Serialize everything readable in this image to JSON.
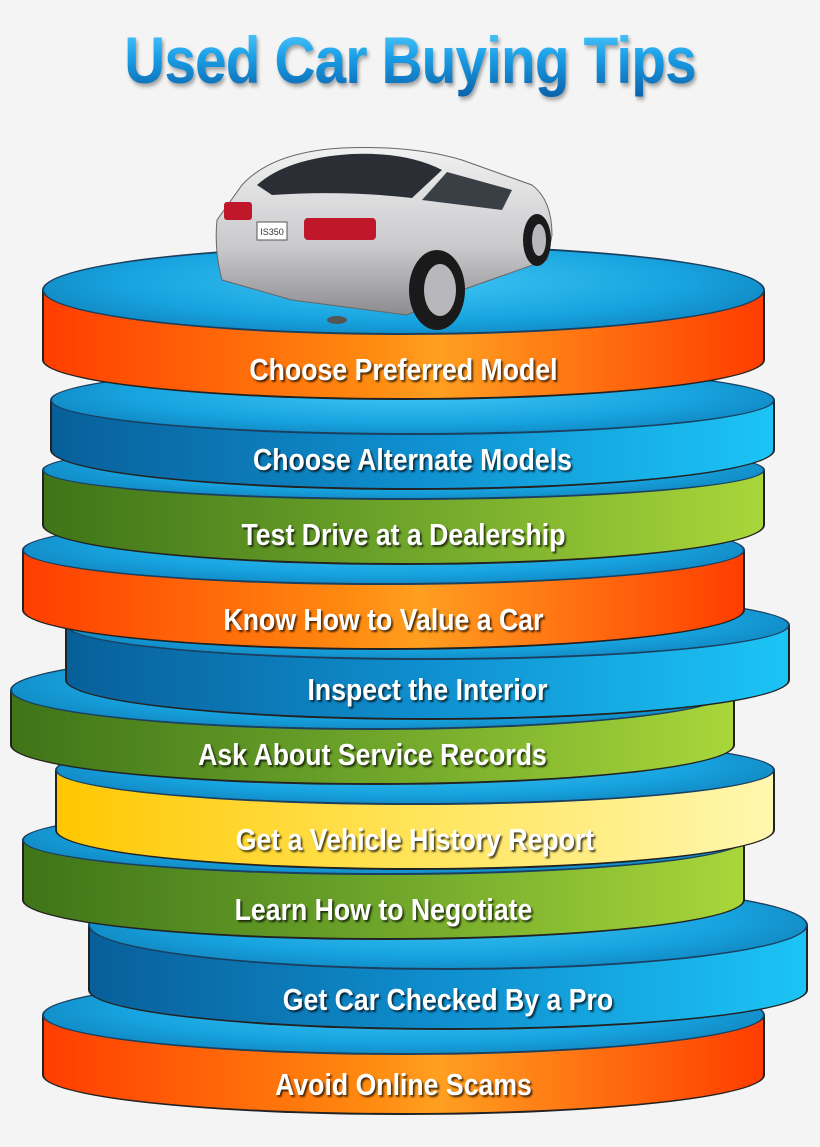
{
  "title": "Used Car Buying Tips",
  "tips": [
    {
      "label": "Choose Preferred Model",
      "color": "orange"
    },
    {
      "label": "Choose Alternate Models",
      "color": "blue"
    },
    {
      "label": "Test Drive at a Dealership",
      "color": "green"
    },
    {
      "label": "Know How to Value a Car",
      "color": "orange"
    },
    {
      "label": "Inspect the Interior",
      "color": "blue"
    },
    {
      "label": "Ask About Service Records",
      "color": "green"
    },
    {
      "label": "Get a Vehicle History Report",
      "color": "yellow"
    },
    {
      "label": "Learn How to Negotiate",
      "color": "green"
    },
    {
      "label": "Get Car Checked By a Pro",
      "color": "blue"
    },
    {
      "label": "Avoid Online Scams",
      "color": "orange"
    }
  ],
  "car_plate": "IS350"
}
